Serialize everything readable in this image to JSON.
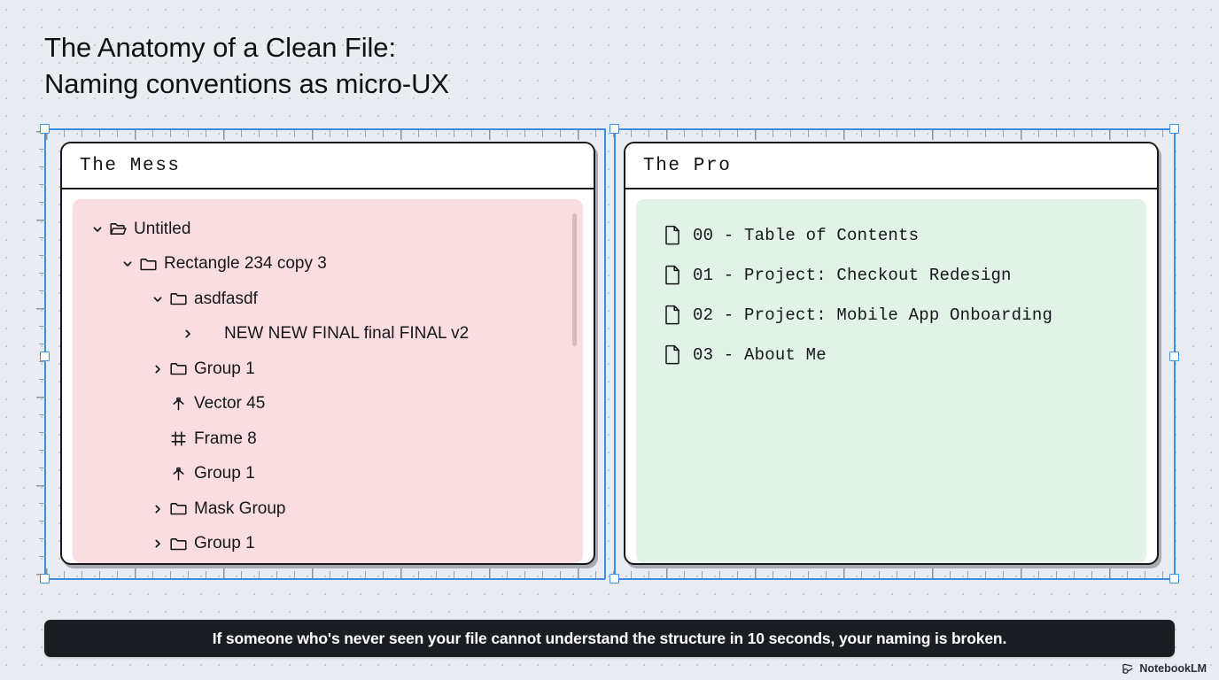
{
  "slide": {
    "title": "The Anatomy of a Clean File:\nNaming conventions as micro-UX",
    "caption": "If someone who's never seen your file cannot understand the structure in 10 seconds, your naming is broken.",
    "watermark": "NotebookLM",
    "watermark_icon": "notebook-spiral-icon"
  },
  "colors": {
    "canvas": "#e9edf1",
    "dot_grid": "#c6ccd4",
    "selection_blue": "#3b8fe0",
    "card_border": "#16181c",
    "mess_pane": "#fadde1",
    "pro_pane": "#e3f2e7",
    "caption_bg": "#1a1d21",
    "text": "#15171b"
  },
  "panels": [
    {
      "id": "mess",
      "header": "The Mess",
      "pane_color": "#fadde1",
      "scrollbar": {
        "visible": true,
        "thumb_color": "#d9b9bd"
      },
      "rows": [
        {
          "indent": 0,
          "chevron": "down",
          "icon": "folder-open-icon",
          "label": "Untitled"
        },
        {
          "indent": 1,
          "chevron": "down",
          "icon": "folder-icon",
          "label": "Rectangle 234 copy 3"
        },
        {
          "indent": 2,
          "chevron": "down",
          "icon": "folder-icon",
          "label": "asdfasdf"
        },
        {
          "indent": 3,
          "chevron": "right",
          "icon": "none",
          "label": "NEW NEW FINAL final FINAL v2"
        },
        {
          "indent": 2,
          "chevron": "right",
          "icon": "folder-icon",
          "label": "Group 1"
        },
        {
          "indent": 2,
          "chevron": "none",
          "icon": "vector-path-icon",
          "label": "Vector 45"
        },
        {
          "indent": 2,
          "chevron": "none",
          "icon": "frame-icon",
          "label": "Frame 8"
        },
        {
          "indent": 2,
          "chevron": "none",
          "icon": "vector-path-icon",
          "label": "Group 1"
        },
        {
          "indent": 2,
          "chevron": "right",
          "icon": "folder-icon",
          "label": "Mask Group"
        },
        {
          "indent": 2,
          "chevron": "right",
          "icon": "folder-icon",
          "label": "Group 1"
        }
      ]
    },
    {
      "id": "pro",
      "header": "The Pro",
      "pane_color": "#e3f2e7",
      "scrollbar": {
        "visible": false
      },
      "rows": [
        {
          "icon": "document-icon",
          "label": "00 - Table of Contents"
        },
        {
          "icon": "document-icon",
          "label": "01 - Project: Checkout Redesign"
        },
        {
          "icon": "document-icon",
          "label": "02 - Project: Mobile App Onboarding"
        },
        {
          "icon": "document-icon",
          "label": "03 - About Me"
        }
      ]
    }
  ]
}
